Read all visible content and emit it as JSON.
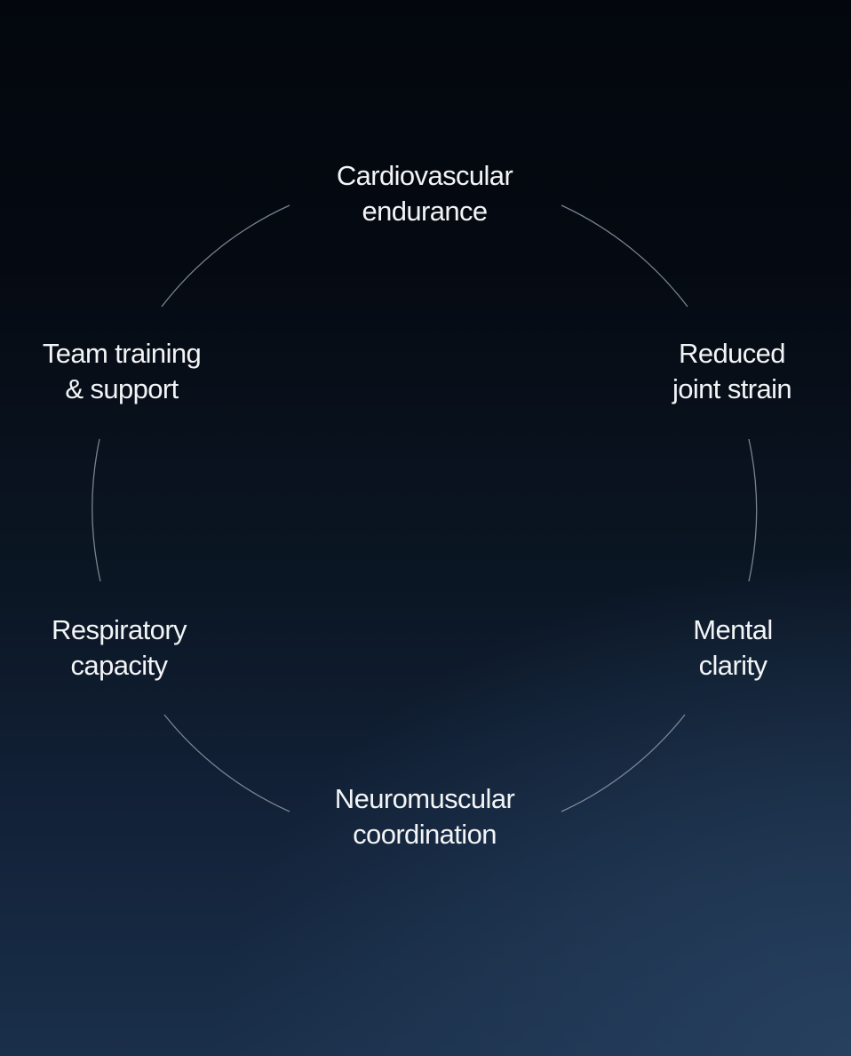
{
  "diagram": {
    "type": "cycle",
    "nodes": [
      {
        "id": "cardio",
        "lines": [
          "Cardiovascular",
          "endurance"
        ]
      },
      {
        "id": "joint",
        "lines": [
          "Reduced",
          "joint strain"
        ]
      },
      {
        "id": "mental",
        "lines": [
          "Mental",
          "clarity"
        ]
      },
      {
        "id": "neuro",
        "lines": [
          "Neuromuscular",
          "coordination"
        ]
      },
      {
        "id": "respiratory",
        "lines": [
          "Respiratory",
          "capacity"
        ]
      },
      {
        "id": "team",
        "lines": [
          "Team training",
          "& support"
        ]
      }
    ]
  },
  "colors": {
    "text": "#f2f4f6",
    "ring": "#8d97a3",
    "background_top": "#03070d",
    "background_bottom": "#1a2f4a"
  }
}
